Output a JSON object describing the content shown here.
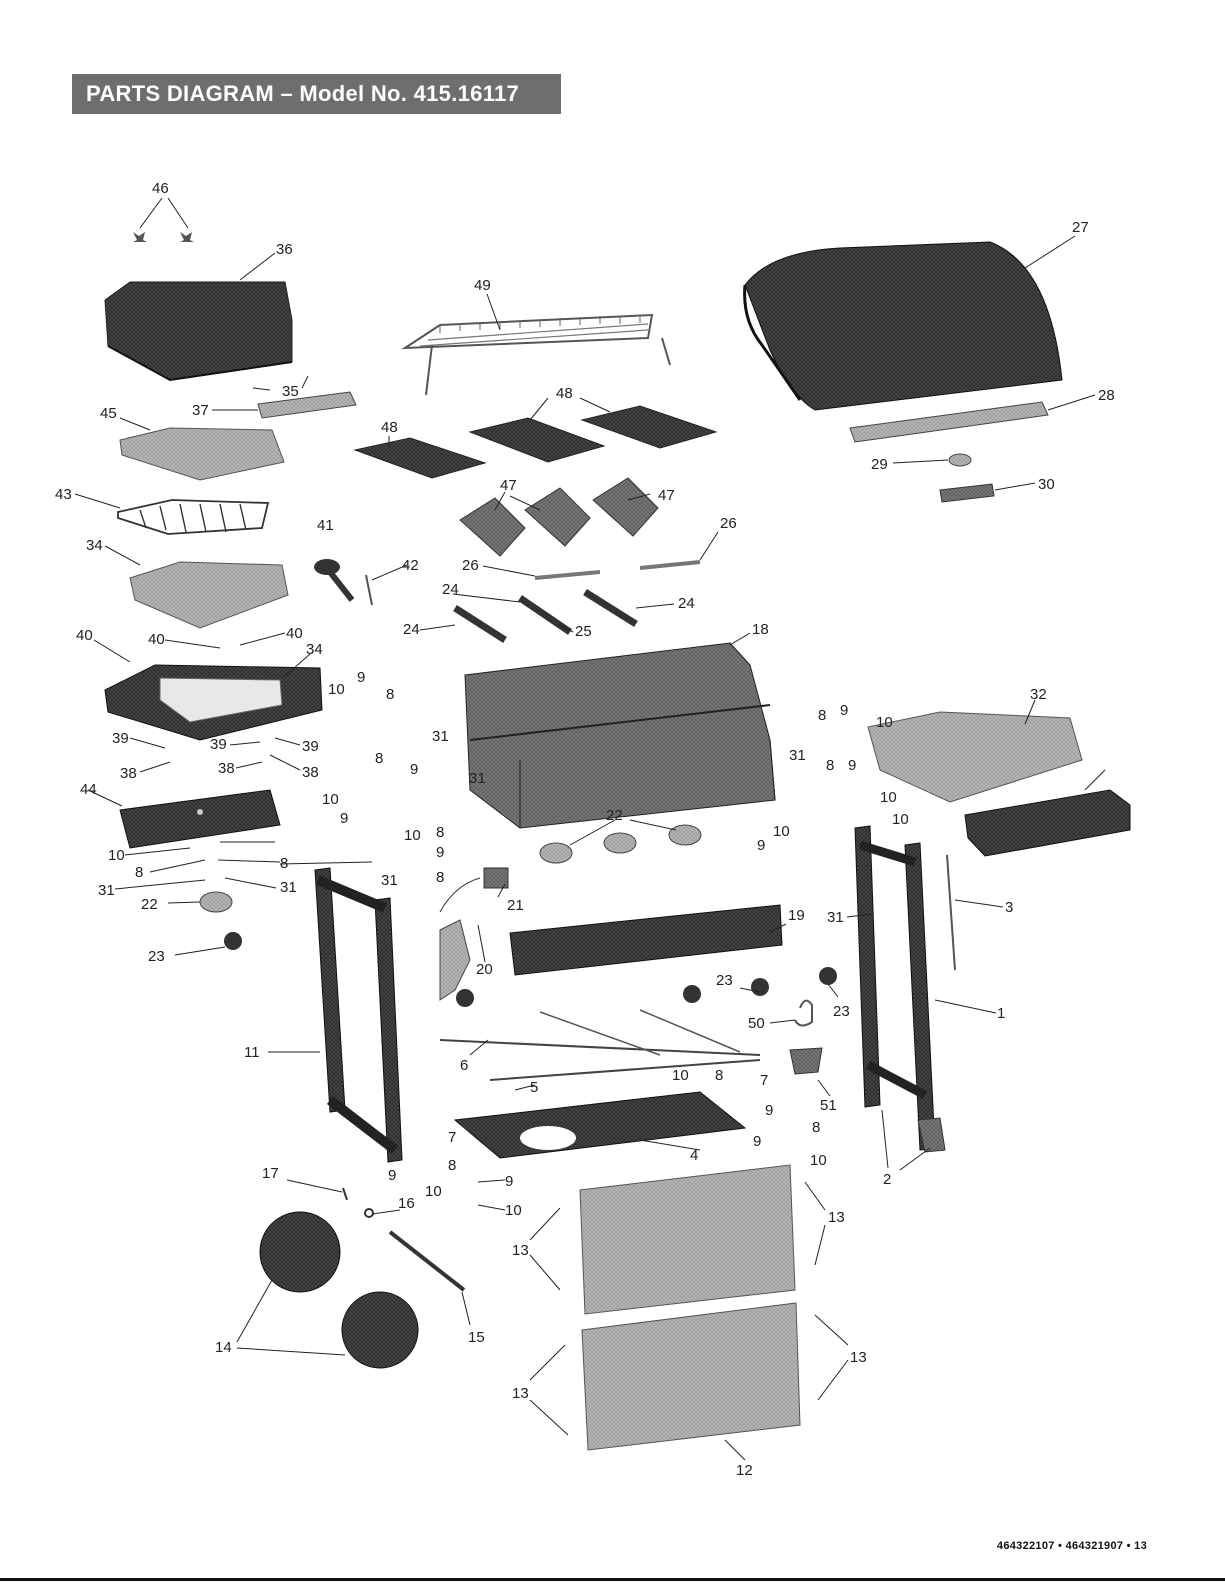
{
  "header": {
    "title": "PARTS DIAGRAM – Model No. 415.16117"
  },
  "footer": {
    "doc_numbers": "464322107 • 464321907 • 13"
  },
  "colors": {
    "title_bg": "#6e6e6e",
    "part_dark": "#3a3a3a",
    "part_mid": "#8a8a8a",
    "part_light": "#c4c4c4"
  },
  "labels": [
    "46",
    "36",
    "49",
    "27",
    "35",
    "37",
    "45",
    "48",
    "48",
    "48",
    "28",
    "29",
    "30",
    "43",
    "41",
    "42",
    "47",
    "47",
    "26",
    "26",
    "34",
    "24",
    "24",
    "24",
    "25",
    "18",
    "40",
    "40",
    "40",
    "34",
    "10",
    "9",
    "8",
    "31",
    "32",
    "9",
    "8",
    "10",
    "39",
    "39",
    "39",
    "38",
    "38",
    "38",
    "44",
    "10",
    "8",
    "9",
    "31",
    "31",
    "8",
    "9",
    "10",
    "10",
    "10",
    "9",
    "10",
    "8",
    "22",
    "10",
    "8",
    "31",
    "31",
    "8",
    "9",
    "31",
    "21",
    "22",
    "8",
    "9",
    "19",
    "3",
    "31",
    "23",
    "20",
    "23",
    "23",
    "1",
    "50",
    "11",
    "6",
    "5",
    "10",
    "8",
    "7",
    "51",
    "9",
    "7",
    "8",
    "4",
    "9",
    "8",
    "2",
    "17",
    "9",
    "10",
    "16",
    "9",
    "10",
    "13",
    "13",
    "14",
    "15",
    "13",
    "13",
    "12"
  ]
}
